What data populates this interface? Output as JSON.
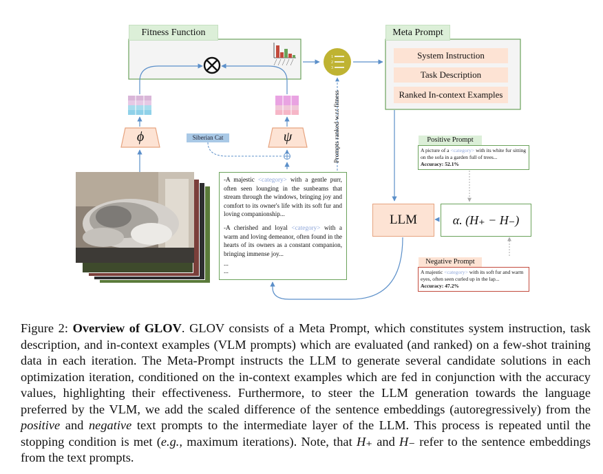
{
  "figure": {
    "fitness_label": "Fitness Function",
    "meta_prompt_label": "Meta Prompt",
    "meta_items": [
      "System Instruction",
      "Task Description",
      "Ranked In-context Examples"
    ],
    "siberian_label": "Siberian Cat",
    "phi": "ϕ",
    "psi": "ψ",
    "ranked_label": "Prompts ranked w.r.t fitness",
    "llm_label": "LLM",
    "alpha_label": "α. (H₊ − H₋)",
    "positive": {
      "label": "Positive Prompt",
      "pre": "A picture of a ",
      "category": "<category>",
      "post": " with its white fur sitting on the sofa in a garden full of trees...",
      "accuracy": "Accuracy: 52.1%"
    },
    "negative": {
      "label": "Negative Prompt",
      "pre": "A majestic ",
      "category": "<category>",
      "post": " with its soft fur and warm eyes, often seen curled up in the lap...",
      "accuracy": "Accuracy: 47.2%"
    },
    "descriptions": [
      {
        "pre": "-A majestic ",
        "category": "<category>",
        "post": " with a gentle purr, often seen lounging in the sunbeams that stream through the windows, bringing joy and comfort to its owner's life with its soft fur and loving companionship..."
      },
      {
        "pre": "-A cherished and loyal ",
        "category": "<category>",
        "post": " with a warm and loving demeanor, often found in the hearts of its owners as a constant companion, bringing immense joy..."
      }
    ],
    "ellipsis": [
      "...",
      "..."
    ],
    "colors": {
      "green_fill": "#dcefd8",
      "green_border": "#6aa25a",
      "peach": "#fde3d4",
      "orange_border": "#e6a37f",
      "blue_arrow": "#5b8fc9",
      "olive_circle": "#bfb332",
      "red_border": "#c24a3c"
    }
  },
  "caption": {
    "prefix": "Figure 2: ",
    "bold": "Overview of GLOV",
    "t1": ". GLOV consists of a Meta Prompt, which constitutes system instruction, task description, and in-context examples (VLM prompts) which are evaluated (and ranked) on a few-shot training data in each iteration. The Meta-Prompt instructs the LLM to generate several candidate solutions in each optimization iteration, conditioned on the in-context examples which are fed in conjunction with the accuracy values, highlighting their effectiveness. Furthermore, to steer the LLM generation towards the language preferred by the VLM, we add the scaled difference of the sentence embeddings (autoregressively) from the ",
    "pos": "positive",
    "t2": " and ",
    "neg": "negative",
    "t3": " text prompts to the intermediate layer of the LLM. This process is repeated until the stopping condition is met (",
    "eg": "e.g.,",
    "t4": " maximum iterations). Note, that ",
    "hplus": "H₊",
    "t5": " and ",
    "hminus": "H₋",
    "t6": " refer to the sentence embeddings from the text prompts."
  }
}
